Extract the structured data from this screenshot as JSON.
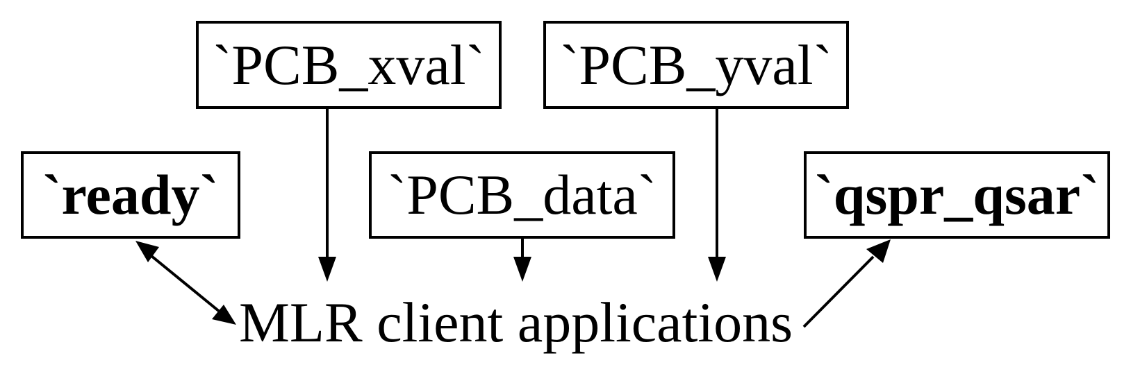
{
  "nodes": {
    "pcb_xval": "`PCB_xval`",
    "pcb_yval": "`PCB_yval`",
    "ready": "`ready`",
    "pcb_data": "`PCB_data`",
    "qspr_qsar": "`qspr_qsar`"
  },
  "center_label": "MLR client applications",
  "edges": [
    {
      "from": "pcb_xval",
      "to": "MLR client applications",
      "direction": "forward"
    },
    {
      "from": "pcb_data",
      "to": "MLR client applications",
      "direction": "forward"
    },
    {
      "from": "pcb_yval",
      "to": "MLR client applications",
      "direction": "forward"
    },
    {
      "from": "ready",
      "to": "MLR client applications",
      "direction": "both"
    },
    {
      "from": "MLR client applications",
      "to": "qspr_qsar",
      "direction": "forward"
    }
  ]
}
